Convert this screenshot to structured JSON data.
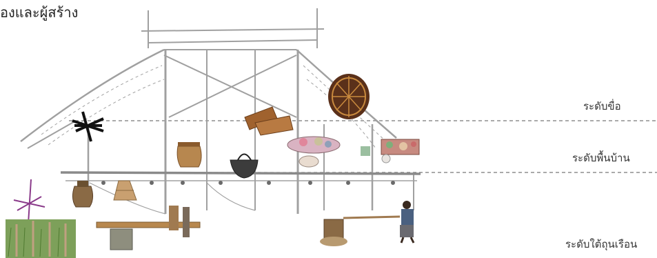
{
  "title": "องและผู้สร้าง",
  "levels": {
    "upper": "ระดับขื่อ",
    "floor": "ระดับพื้นบ้าน",
    "under": "ระดับใต้ถุนเรือน"
  },
  "colors": {
    "sketch": "#9a9a9a",
    "dashed_line": "#777777",
    "wicker": "#b07a45",
    "turtle_shell": "#6b3a1c",
    "field_green": "#7da05a"
  }
}
